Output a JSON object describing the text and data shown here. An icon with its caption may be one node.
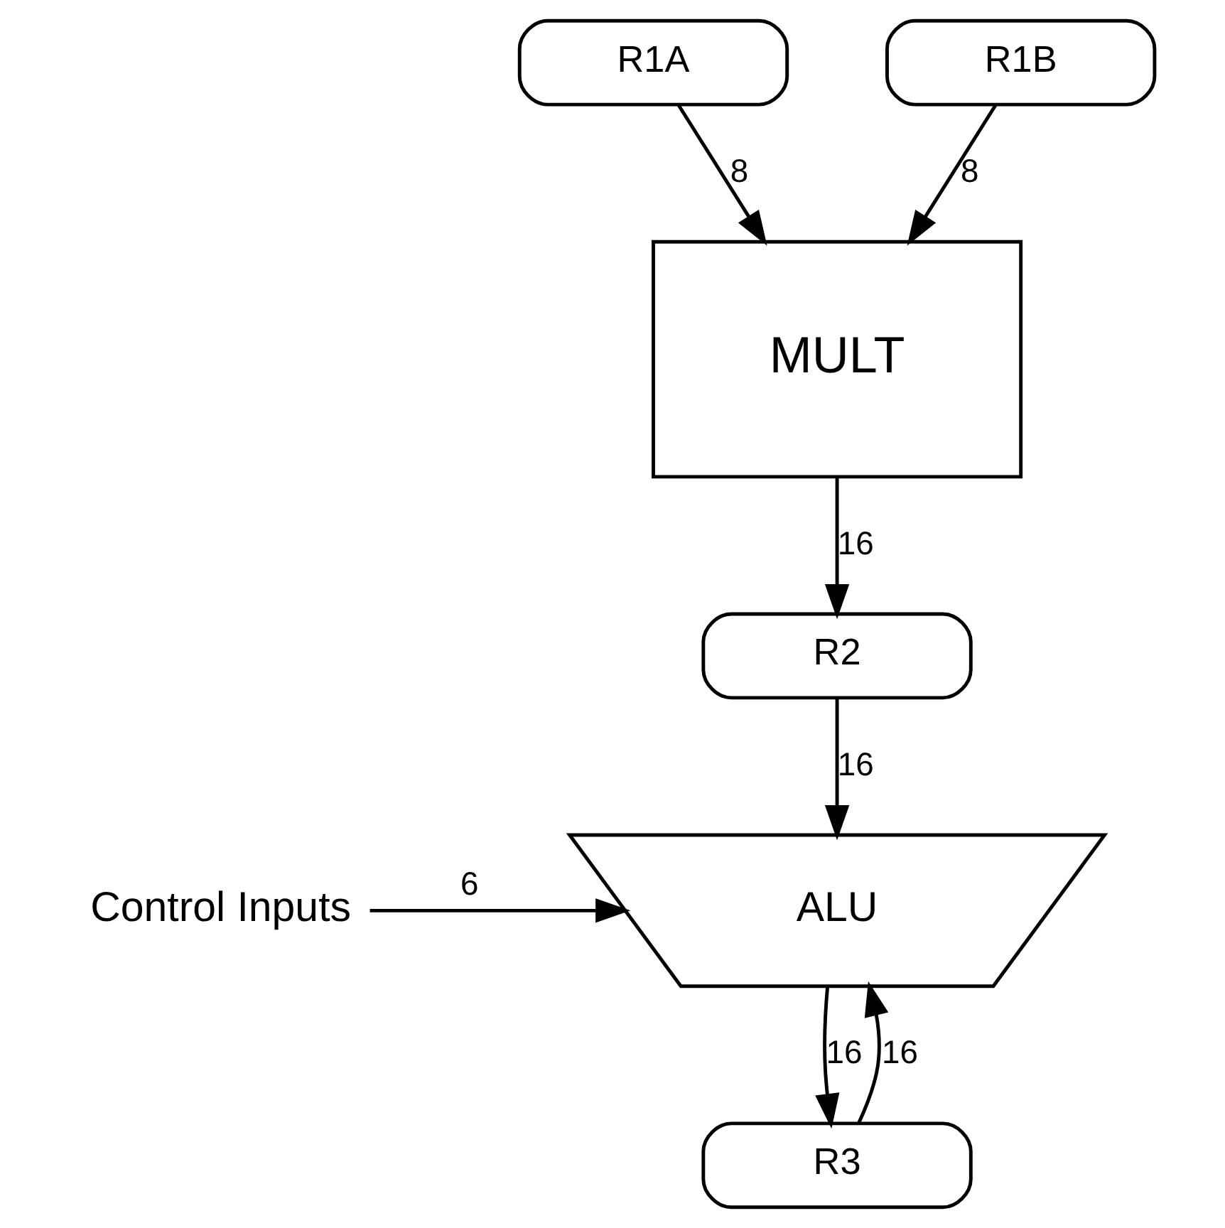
{
  "diagram": {
    "nodes": [
      {
        "text": [
          "R1A"
        ]
      },
      {
        "text": [
          "R1B"
        ]
      },
      {
        "text": [
          "MULT"
        ]
      },
      {
        "text": [
          "R2"
        ]
      },
      {
        "text": [
          "ALU"
        ]
      },
      {
        "text": [
          "R3"
        ]
      },
      {
        "text": [
          "Control Inputs"
        ]
      }
    ],
    "edges": [
      {
        "from": 0,
        "to": 2,
        "arrow": "to",
        "label": "8"
      },
      {
        "from": 1,
        "to": 2,
        "arrow": "to",
        "label": "8"
      },
      {
        "from": 2,
        "to": 3,
        "arrow": "to",
        "label": "16"
      },
      {
        "from": 3,
        "to": 4,
        "arrow": "to",
        "label": "16"
      },
      {
        "from": 6,
        "to": 4,
        "arrow": "to",
        "label": "6"
      },
      {
        "from": 4,
        "to": 5,
        "arrow": "to",
        "label": "16"
      },
      {
        "from": 5,
        "to": 4,
        "arrow": "to",
        "label": "16"
      }
    ]
  }
}
